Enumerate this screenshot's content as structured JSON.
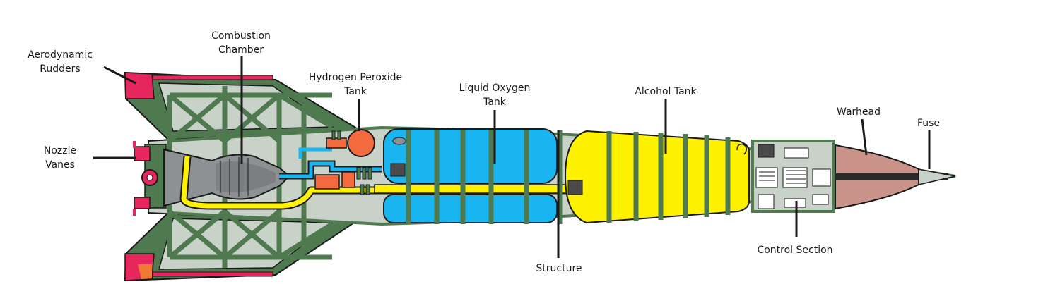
{
  "diagram": {
    "labels": {
      "aerodynamic_rudders": [
        "Aerodynamic",
        "Rudders"
      ],
      "combustion_chamber": [
        "Combustion",
        "Chamber"
      ],
      "hydrogen_peroxide_tank": [
        "Hydrogen Peroxide",
        "Tank"
      ],
      "liquid_oxygen_tank": [
        "Liquid Oxygen",
        "Tank"
      ],
      "alcohol_tank": [
        "Alcohol Tank"
      ],
      "warhead": [
        "Warhead"
      ],
      "fuse": [
        "Fuse"
      ],
      "nozzle_vanes": [
        "Nozzle",
        "Vanes"
      ],
      "structure": [
        "Structure"
      ],
      "control_section": [
        "Control Section"
      ]
    },
    "colors": {
      "frame_green": "#4f7a4f",
      "hull_gray": "#c9d2c9",
      "fin_red": "#e8265e",
      "lox_blue": "#19b5f0",
      "alcohol_yellow": "#fff200",
      "peroxide_orange": "#f26a3d",
      "warhead_brown": "#c9938a",
      "engine_gray": "#8e9193",
      "outline": "#1a1a1a"
    }
  }
}
